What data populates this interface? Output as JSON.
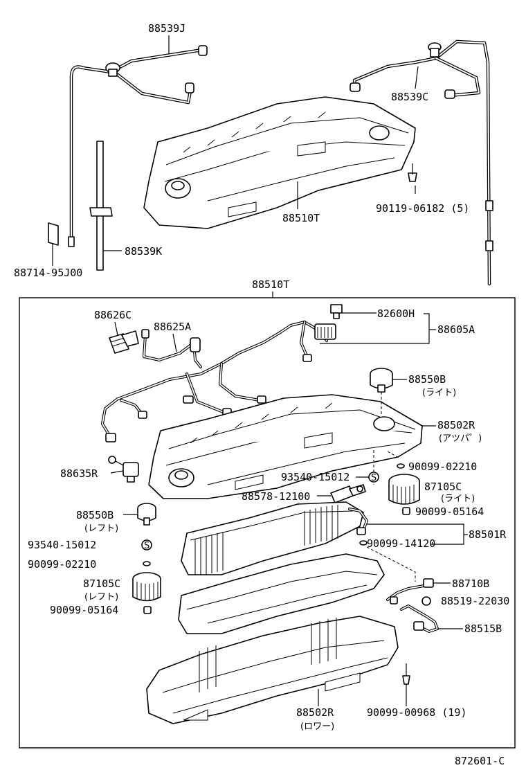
{
  "parts": {
    "p88539J": "88539J",
    "p88539C": "88539C",
    "p88510T_top": "88510T",
    "p90119_06182": "90119-06182 (5)",
    "p88539K": "88539K",
    "p88714_95J00": "88714-95J00",
    "p88510T_box": "88510T",
    "p88626C": "88626C",
    "p88625A": "88625A",
    "p82600H": "82600H",
    "p88605A": "88605A",
    "p88550B_r": "88550B",
    "p88550B_r_sub": "(ライト)",
    "p88502R_u": "88502R",
    "p88502R_u_sub": "(アツパ゜)",
    "p90099_02210_r": "90099-02210",
    "p88635R": "88635R",
    "p93540_15012_r": "93540-15012",
    "p87105C_r": "87105C",
    "p87105C_r_sub": "(ライト)",
    "p88578_12100": "88578-12100",
    "p90099_05164_r": "90099-05164",
    "p88550B_l": "88550B",
    "p88550B_l_sub": "(レフト)",
    "p88501R": "88501R",
    "p93540_15012_l": "93540-15012",
    "p90099_14120": "90099-14120",
    "p90099_02210_l": "90099-02210",
    "p88710B": "88710B",
    "p87105C_l": "87105C",
    "p87105C_l_sub": "(レフト)",
    "p88519_22030": "88519-22030",
    "p90099_05164_l": "90099-05164",
    "p88515B": "88515B",
    "p88502R_l": "88502R",
    "p88502R_l_sub": "(ロワー)",
    "p90099_00968": "90099-00968 (19)",
    "fig_code": "872601-C"
  },
  "symbols": {
    "clip_s": "S"
  }
}
